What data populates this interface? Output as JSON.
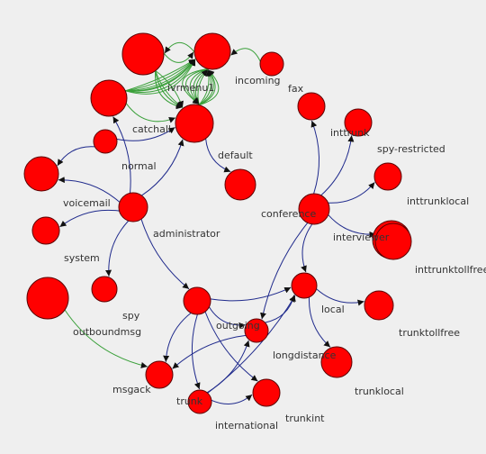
{
  "graph": {
    "colors": {
      "background": "#efefef",
      "node_fill": "#ff0000",
      "node_stroke": "#5a0000",
      "edge_blue": "#1f2a8c",
      "edge_green": "#3aa03a",
      "label": "#333333"
    },
    "nodes": [
      {
        "id": "n_catch_big",
        "label": ""
      },
      {
        "id": "ivrmenu1",
        "label": "ivrmenu1"
      },
      {
        "id": "incoming",
        "label": "incoming"
      },
      {
        "id": "n_left_big",
        "label": ""
      },
      {
        "id": "catchall",
        "label": "catchall"
      },
      {
        "id": "fax",
        "label": "fax"
      },
      {
        "id": "inttrunk",
        "label": "inttrunk"
      },
      {
        "id": "normal",
        "label": "normal"
      },
      {
        "id": "default",
        "label": "default"
      },
      {
        "id": "spy-restricted",
        "label": "spy-restricted"
      },
      {
        "id": "voicemail",
        "label": "voicemail"
      },
      {
        "id": "inttrunklocal",
        "label": "inttrunklocal"
      },
      {
        "id": "administrator",
        "label": "administrator"
      },
      {
        "id": "conference",
        "label": "conference"
      },
      {
        "id": "system",
        "label": "system"
      },
      {
        "id": "interviewer",
        "label": "interviewer"
      },
      {
        "id": "inttrunktollfree",
        "label": "inttrunktollfree"
      },
      {
        "id": "spy",
        "label": "spy"
      },
      {
        "id": "outboundmsg",
        "label": "outboundmsg"
      },
      {
        "id": "outgoing",
        "label": "outgoing"
      },
      {
        "id": "local",
        "label": "local"
      },
      {
        "id": "trunktollfree",
        "label": "trunktollfree"
      },
      {
        "id": "longdistance",
        "label": "longdistance"
      },
      {
        "id": "msgack",
        "label": "msgack"
      },
      {
        "id": "trunklocal",
        "label": "trunklocal"
      },
      {
        "id": "trunk",
        "label": "trunk"
      },
      {
        "id": "international",
        "label": "international"
      },
      {
        "id": "trunkint",
        "label": "trunkint"
      }
    ],
    "edges": [
      {
        "from": "ivrmenu1",
        "to": "n_catch_big",
        "kind": "green"
      },
      {
        "from": "n_catch_big",
        "to": "ivrmenu1",
        "kind": "green"
      },
      {
        "from": "incoming",
        "to": "ivrmenu1",
        "kind": "green"
      },
      {
        "from": "catchall",
        "to": "ivrmenu1",
        "kind": "green"
      },
      {
        "from": "n_left_big",
        "to": "ivrmenu1",
        "kind": "green"
      },
      {
        "from": "n_left_big",
        "to": "catchall",
        "kind": "green"
      },
      {
        "from": "n_catch_big",
        "to": "catchall",
        "kind": "green"
      },
      {
        "from": "ivrmenu1",
        "to": "catchall",
        "kind": "green"
      },
      {
        "from": "catchall",
        "to": "default",
        "kind": "blue"
      },
      {
        "from": "normal",
        "to": "catchall",
        "kind": "blue"
      },
      {
        "from": "normal",
        "to": "voicemail",
        "kind": "blue"
      },
      {
        "from": "administrator",
        "to": "catchall",
        "kind": "blue"
      },
      {
        "from": "administrator",
        "to": "n_left_big",
        "kind": "blue"
      },
      {
        "from": "administrator",
        "to": "voicemail",
        "kind": "blue"
      },
      {
        "from": "administrator",
        "to": "system",
        "kind": "blue"
      },
      {
        "from": "administrator",
        "to": "spy",
        "kind": "blue"
      },
      {
        "from": "administrator",
        "to": "outgoing",
        "kind": "blue"
      },
      {
        "from": "conference",
        "to": "fax",
        "kind": "blue"
      },
      {
        "from": "conference",
        "to": "inttrunk",
        "kind": "blue"
      },
      {
        "from": "conference",
        "to": "spy-restricted",
        "kind": "blue"
      },
      {
        "from": "conference",
        "to": "interviewer",
        "kind": "blue"
      },
      {
        "from": "conference",
        "to": "local",
        "kind": "blue"
      },
      {
        "from": "conference",
        "to": "longdistance",
        "kind": "blue"
      },
      {
        "from": "outboundmsg",
        "to": "msgack",
        "kind": "green"
      },
      {
        "from": "outgoing",
        "to": "local",
        "kind": "blue"
      },
      {
        "from": "outgoing",
        "to": "longdistance",
        "kind": "blue"
      },
      {
        "from": "outgoing",
        "to": "msgack",
        "kind": "blue"
      },
      {
        "from": "outgoing",
        "to": "trunk",
        "kind": "blue"
      },
      {
        "from": "outgoing",
        "to": "trunkint",
        "kind": "blue"
      },
      {
        "from": "local",
        "to": "trunktollfree",
        "kind": "blue"
      },
      {
        "from": "local",
        "to": "trunklocal",
        "kind": "blue"
      },
      {
        "from": "longdistance",
        "to": "msgack",
        "kind": "blue"
      },
      {
        "from": "longdistance",
        "to": "local",
        "kind": "blue"
      },
      {
        "from": "trunk",
        "to": "longdistance",
        "kind": "blue"
      },
      {
        "from": "trunk",
        "to": "local",
        "kind": "blue"
      },
      {
        "from": "trunk",
        "to": "trunkint",
        "kind": "blue"
      }
    ]
  }
}
